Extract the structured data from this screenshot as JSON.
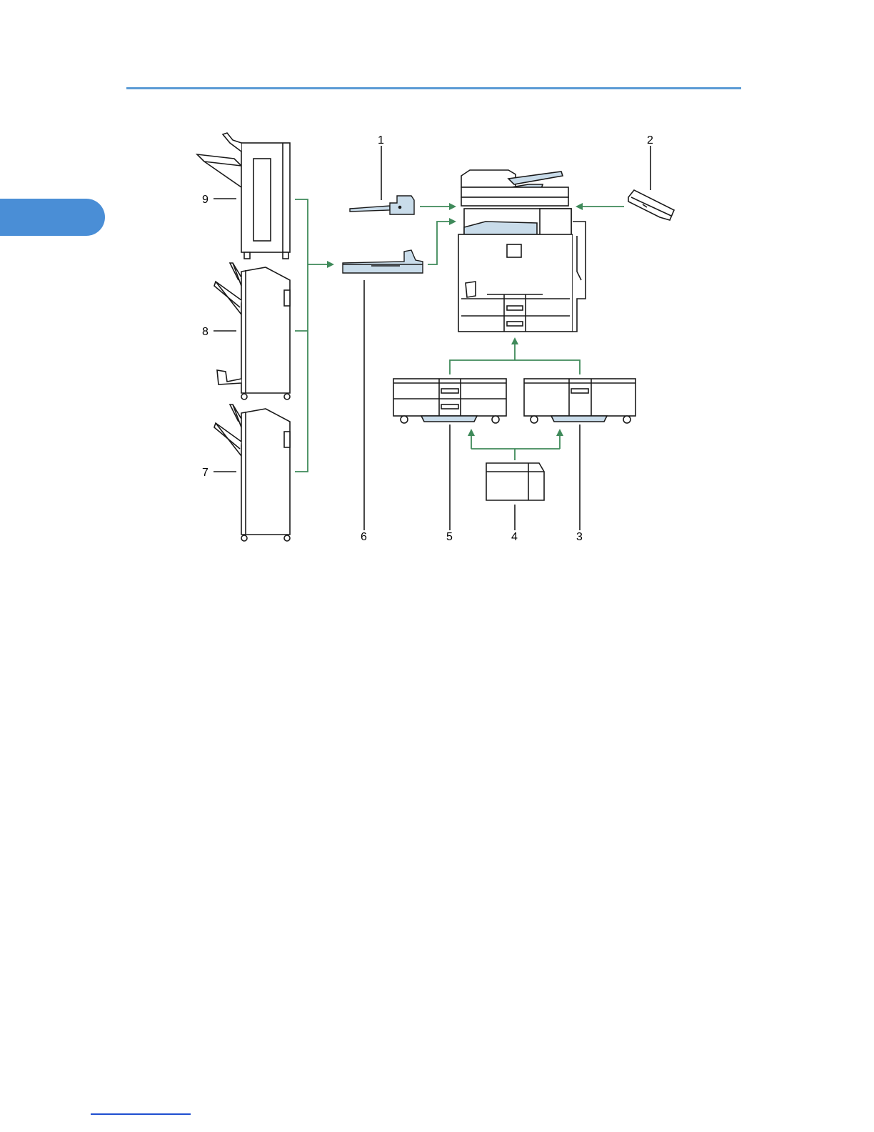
{
  "page": {
    "chapter_tab_label": ""
  },
  "diagram": {
    "description_free": true,
    "callouts": {
      "c1": "1",
      "c2": "2",
      "c3": "3",
      "c4": "4",
      "c5": "5",
      "c6": "6",
      "c7": "7",
      "c8": "8",
      "c9": "9"
    },
    "colors": {
      "header_rule": "#5b9bd5",
      "chapter_tab": "#4a8ed6",
      "arrow": "#3f8a5a",
      "highlight_fill": "#c9dcea",
      "outline": "#1a1a1a",
      "footer_rule": "#1f4fd0"
    }
  }
}
